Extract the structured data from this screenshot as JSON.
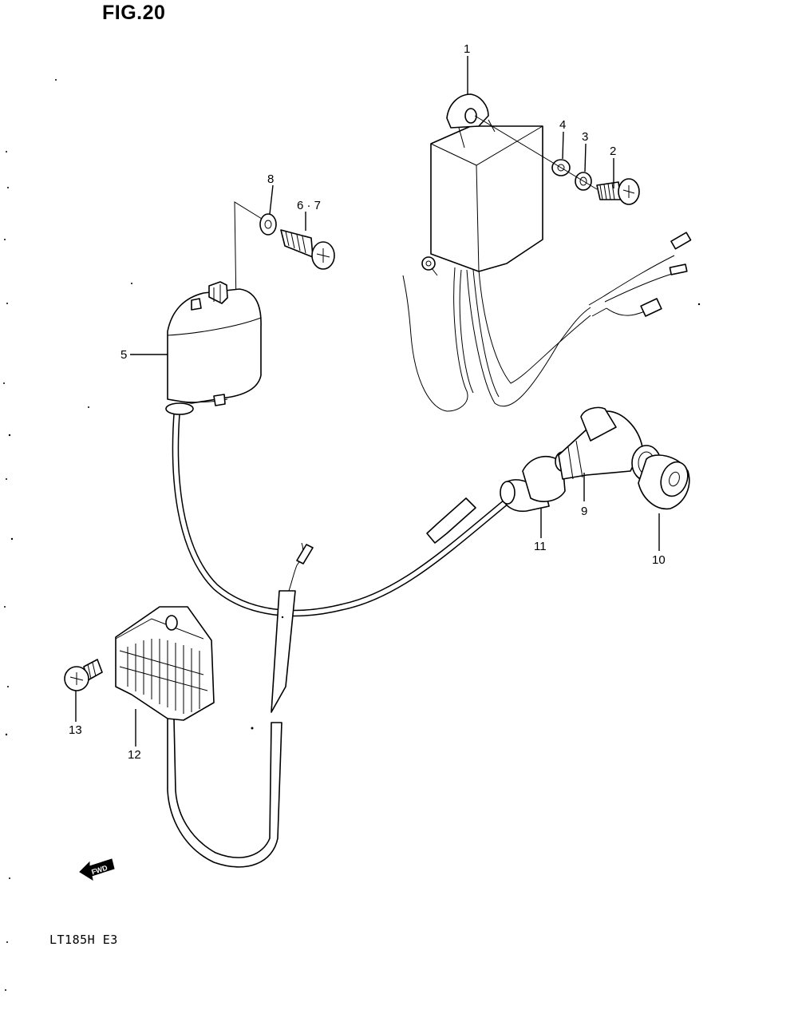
{
  "figure": {
    "title": "FIG.20",
    "model_code": "LT185H E3"
  },
  "fwd_badge": {
    "text": "FWD",
    "icon": "fwd-arrow-icon"
  },
  "callouts": [
    {
      "id": "1",
      "label": "1"
    },
    {
      "id": "2",
      "label": "2"
    },
    {
      "id": "3",
      "label": "3"
    },
    {
      "id": "4",
      "label": "4"
    },
    {
      "id": "5",
      "label": "5"
    },
    {
      "id": "6-7",
      "label": "6 · 7"
    },
    {
      "id": "8",
      "label": "8"
    },
    {
      "id": "9",
      "label": "9"
    },
    {
      "id": "10",
      "label": "10"
    },
    {
      "id": "11",
      "label": "11"
    },
    {
      "id": "12",
      "label": "12"
    },
    {
      "id": "13",
      "label": "13"
    }
  ]
}
